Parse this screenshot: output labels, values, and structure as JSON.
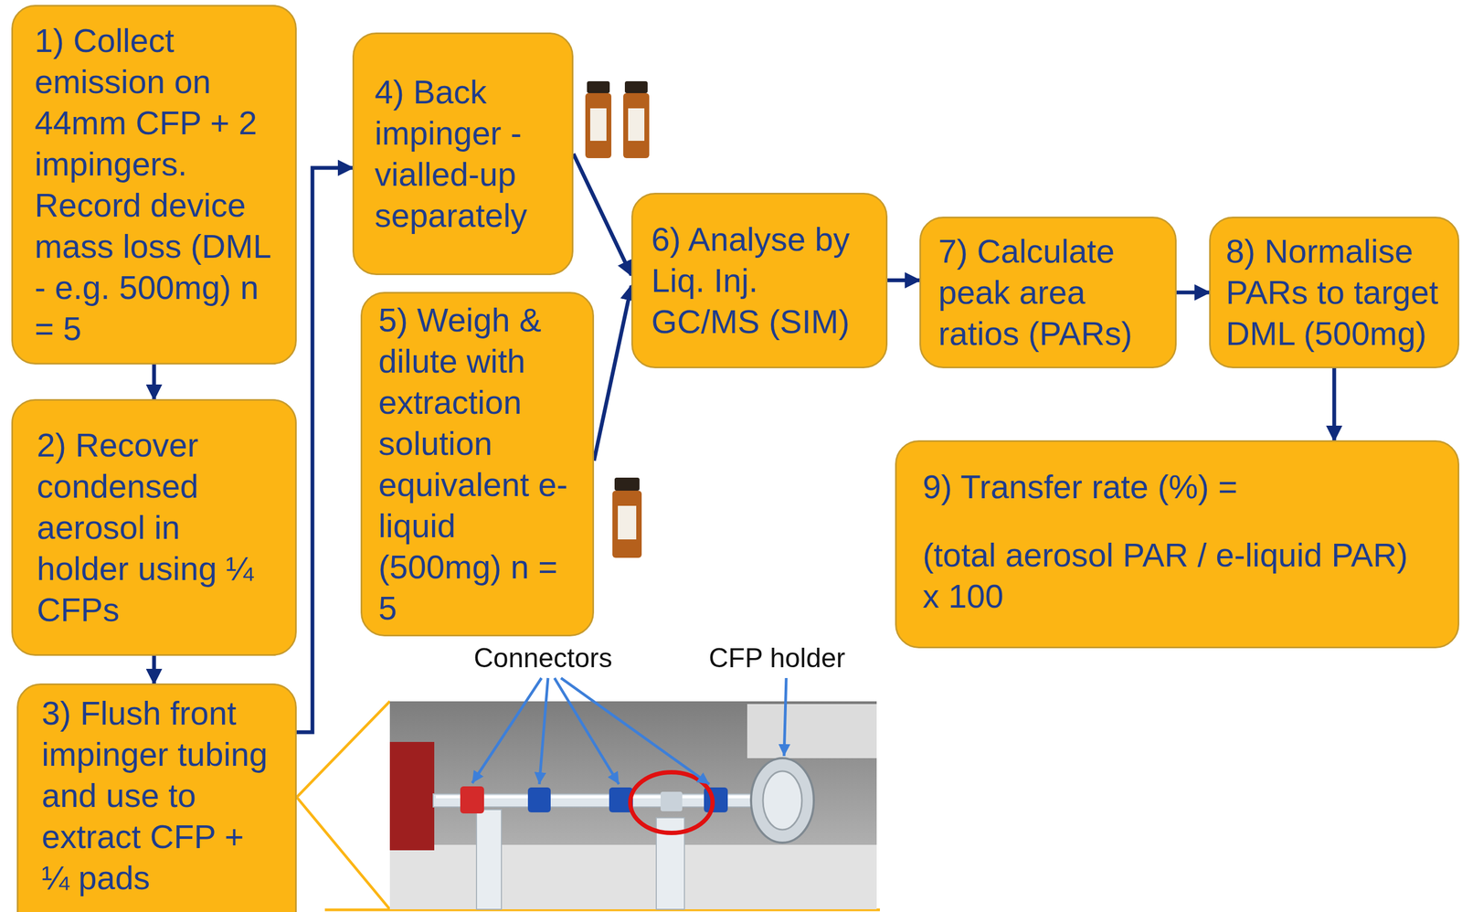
{
  "diagram": {
    "nodes": [
      {
        "text": [
          "1) Collect emission on 44mm CFP + 2 impingers. Record device mass loss (DML - e.g. 500mg) n = 5"
        ]
      },
      {
        "text": [
          "2) Recover condensed aerosol in holder using ¼ CFPs"
        ]
      },
      {
        "text": [
          "3) Flush front impinger tubing and use to extract CFP + ¼ pads"
        ]
      },
      {
        "text": [
          "4) Back impinger - vialled-up separately"
        ]
      },
      {
        "text": [
          "5) Weigh & dilute with extraction solution equivalent e-liquid (500mg) n = 5"
        ]
      },
      {
        "text": [
          "6) Analyse by Liq. Inj. GC/MS (SIM)"
        ]
      },
      {
        "text": [
          "7) Calculate peak area ratios (PARs)"
        ]
      },
      {
        "text": [
          "8) Normalise PARs to target DML (500mg)"
        ]
      },
      {
        "text": [
          "9) Transfer rate (%) =",
          "(total aerosol PAR / e-liquid PAR) x 100"
        ]
      }
    ],
    "edges": [
      {
        "from": 0,
        "to": 1,
        "arrow": "to"
      },
      {
        "from": 1,
        "to": 2,
        "arrow": "to"
      },
      {
        "from": 2,
        "to": 3,
        "arrow": "to"
      },
      {
        "from": 3,
        "to": 5,
        "arrow": "to"
      },
      {
        "from": 4,
        "to": 5,
        "arrow": "to"
      },
      {
        "from": 5,
        "to": 6,
        "arrow": "to"
      },
      {
        "from": 6,
        "to": 7,
        "arrow": "to"
      },
      {
        "from": 7,
        "to": 8,
        "arrow": "to"
      }
    ],
    "labels": [
      "Connectors",
      "CFP holder"
    ]
  }
}
